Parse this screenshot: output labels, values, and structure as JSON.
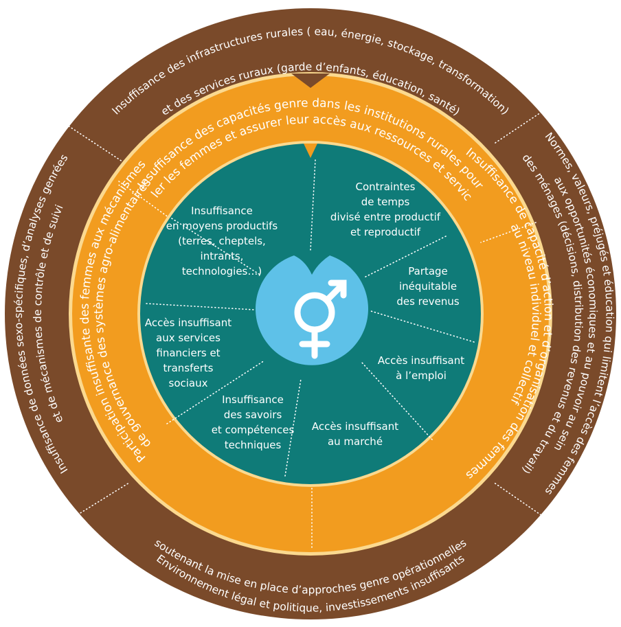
{
  "colors": {
    "outer_ring": "#7a4a2a",
    "middle_ring": "#f29c1f",
    "inner_circle": "#0f7b78",
    "center_badge": "#5ec1e8",
    "ring_borders": "#fbd98f",
    "divider": "#ffffff",
    "text": "#ffffff"
  },
  "center": {
    "icon": "gender-symbol-icon"
  },
  "outer_ring": [
    {
      "id": "infrastructure",
      "lines": [
        "Insuffisance des infrastructures rurales ( eau, énergie, stockage, transformation)",
        "et des services ruraux (garde d’enfants, éducation, santé)"
      ]
    },
    {
      "id": "norms",
      "lines": [
        "Normes, valeurs, préjugés et éducation qui limitent l’accès des femmes",
        "aux opportunités économiques et au pouvoir au sein",
        "des ménages (décisions, distribution des revenus et du travail)"
      ]
    },
    {
      "id": "environment",
      "lines": [
        "Environnement légal et politique, investissements insuffisants",
        "soutenant la mise en place d’approches genre opérationnelles"
      ]
    },
    {
      "id": "data",
      "lines": [
        "Insuffisance de données sexo-spécifiques, d’analyses genrées",
        "et de mécanismes de contrôle et de suivi"
      ]
    }
  ],
  "middle_ring": [
    {
      "id": "institutions",
      "lines": [
        "Insuffisance des capacités genre dans les institutions rurales pour",
        "cibler les femmes et assurer leur accès aux ressources et services"
      ]
    },
    {
      "id": "agency",
      "lines": [
        "Insuffisance de capacité d’action et d’organisation des femmes",
        "au niveau individuel et collectif"
      ]
    },
    {
      "id": "participation",
      "lines": [
        "Participation insuffisante des femmes aux mécanismes",
        "de gouvernance des systèmes agro-alimentaires"
      ]
    }
  ],
  "inner_circle": [
    {
      "id": "productive-means",
      "lines": [
        "Insuffisance",
        "en moyens productifs",
        "(terres, cheptels,",
        "intrants,",
        "technologies…)"
      ]
    },
    {
      "id": "time-constraints",
      "lines": [
        "Contraintes",
        "de temps",
        "divisé entre productif",
        "et reproductif"
      ]
    },
    {
      "id": "income-sharing",
      "lines": [
        "Partage",
        "inéquitable",
        "des revenus"
      ]
    },
    {
      "id": "employment",
      "lines": [
        "Accès insuffisant",
        "à l’emploi"
      ]
    },
    {
      "id": "market",
      "lines": [
        "Accès insuffisant",
        "au marché"
      ]
    },
    {
      "id": "skills",
      "lines": [
        "Insuffisance",
        "des savoirs",
        "et compétences",
        "techniques"
      ]
    },
    {
      "id": "financial",
      "lines": [
        "Accès insuffisant",
        "aux services",
        "financiers et",
        "transferts",
        "sociaux"
      ]
    }
  ]
}
